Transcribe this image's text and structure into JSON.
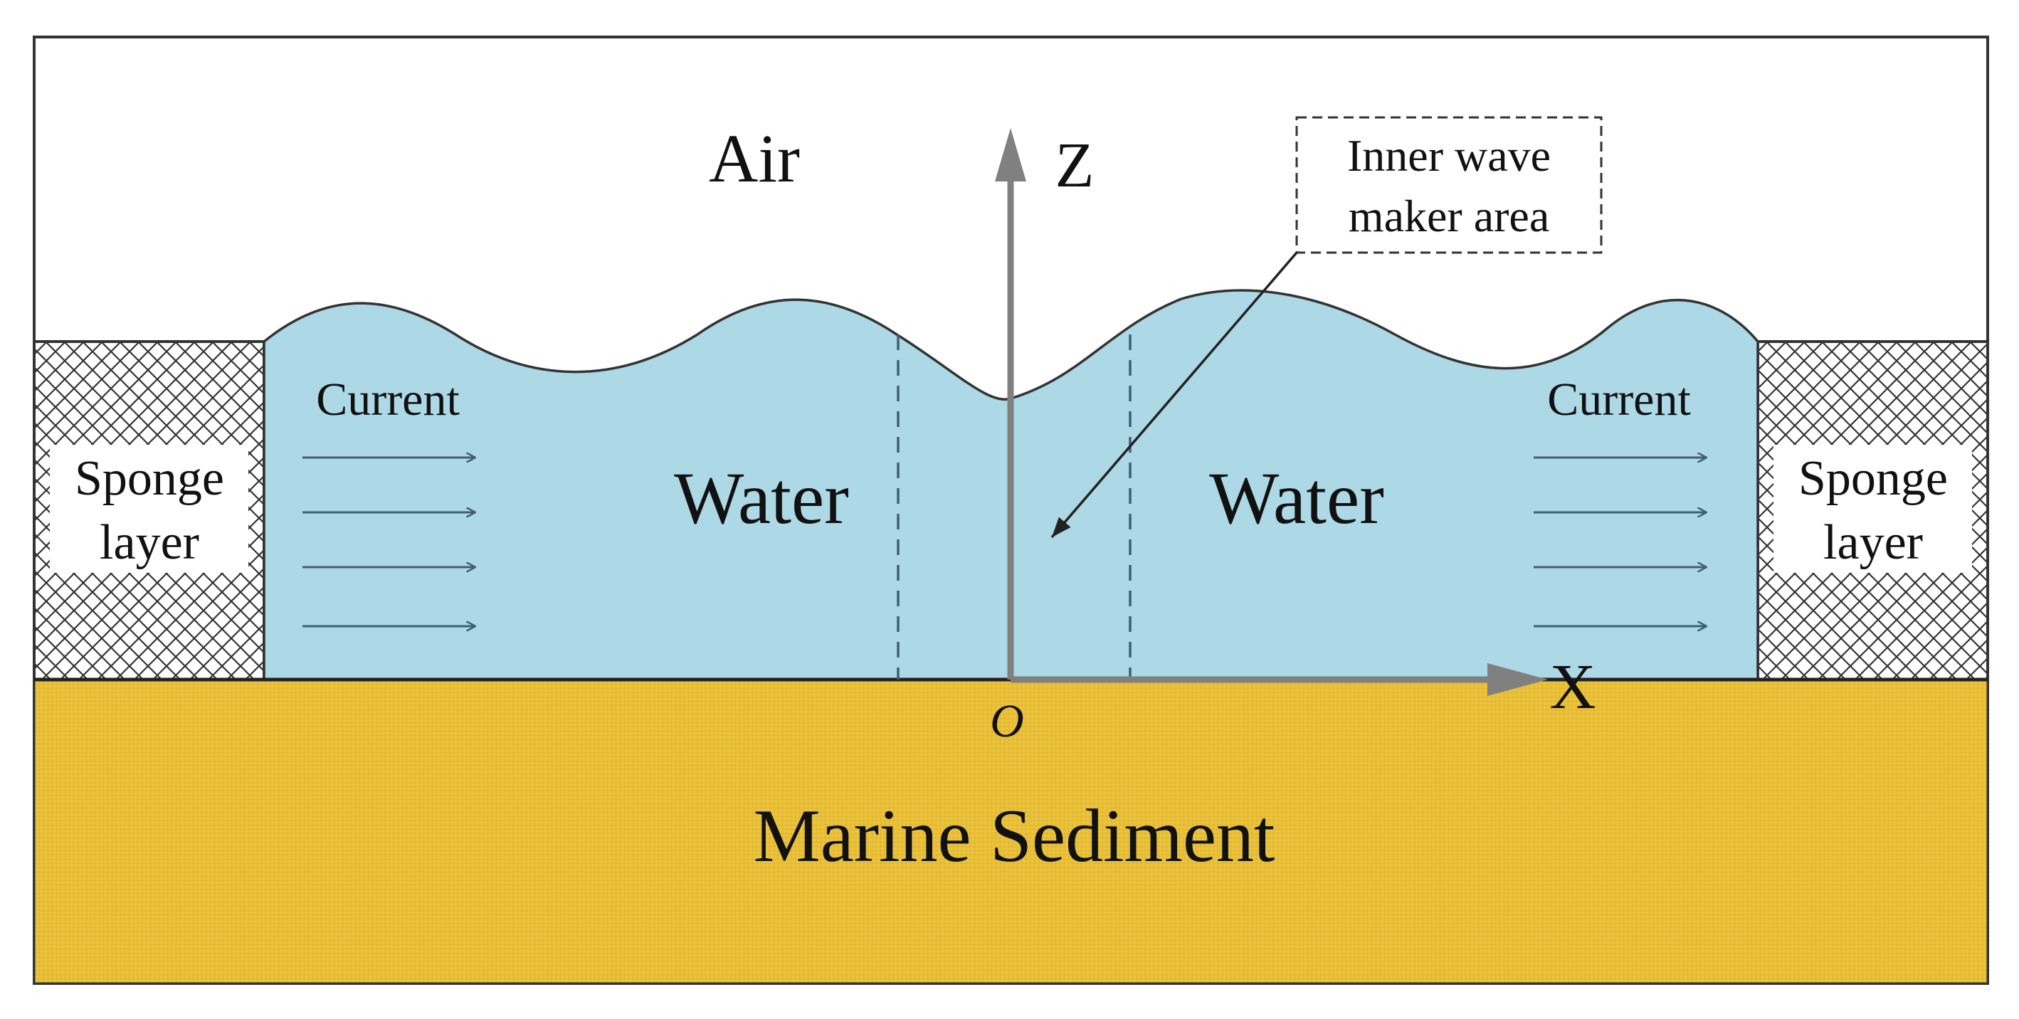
{
  "labels": {
    "air": "Air",
    "z_axis": "Z",
    "x_axis": "X",
    "origin": "O",
    "water_left": "Water",
    "water_right": "Water",
    "current_left": "Current",
    "current_right": "Current",
    "sponge_left": [
      "Sponge",
      "layer"
    ],
    "sponge_right": [
      "Sponge",
      "layer"
    ],
    "sediment": "Marine Sediment",
    "wave_maker": [
      "Inner wave",
      "maker area"
    ]
  },
  "colors": {
    "water": "#add8e6",
    "sediment": "#e8bf38",
    "axis": "#808080",
    "line": "#222222",
    "current_arrow": "#3f5f6f"
  }
}
